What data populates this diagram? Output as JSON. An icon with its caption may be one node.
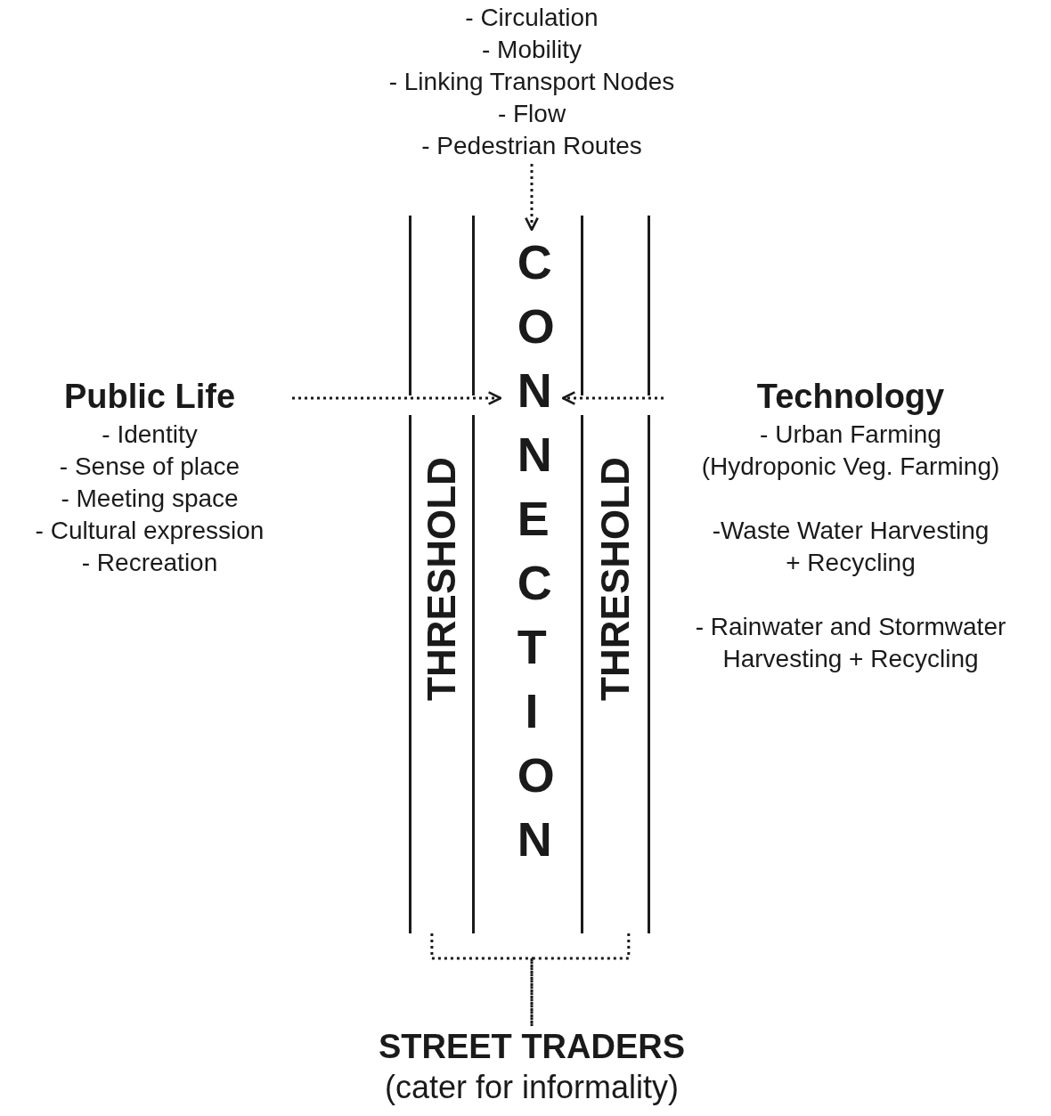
{
  "diagram": {
    "nodes": [
      {
        "text": [
          "- Circulation",
          "- Mobility",
          "- Linking Transport Nodes",
          "- Flow",
          "- Pedestrian Routes"
        ]
      },
      {
        "text": [
          "CONNECTION"
        ]
      },
      {
        "text": [
          "Public Life",
          "- Identity",
          "- Sense of place",
          "- Meeting space",
          "- Cultural expression",
          "- Recreation"
        ]
      },
      {
        "text": [
          "Technology",
          "- Urban Farming (Hydroponic Veg. Farming)",
          "-Waste Water Harvesting + Recycling",
          "- Rainwater and Stormwater Harvesting + Recycling"
        ]
      },
      {
        "text": [
          "THRESHOLD"
        ]
      },
      {
        "text": [
          "THRESHOLD"
        ]
      },
      {
        "text": [
          "STREET TRADERS",
          "(cater for informality)"
        ]
      }
    ],
    "edges": [
      {
        "from": 0,
        "to": 1,
        "arrow": "to",
        "style": "dashed"
      },
      {
        "from": 2,
        "to": 1,
        "arrow": "to",
        "style": "dashed"
      },
      {
        "from": 3,
        "to": 1,
        "arrow": "to",
        "style": "dashed"
      },
      {
        "from": 4,
        "to": 6,
        "arrow": "none",
        "style": "dashed"
      },
      {
        "from": 5,
        "to": 6,
        "arrow": "none",
        "style": "dashed"
      }
    ]
  }
}
